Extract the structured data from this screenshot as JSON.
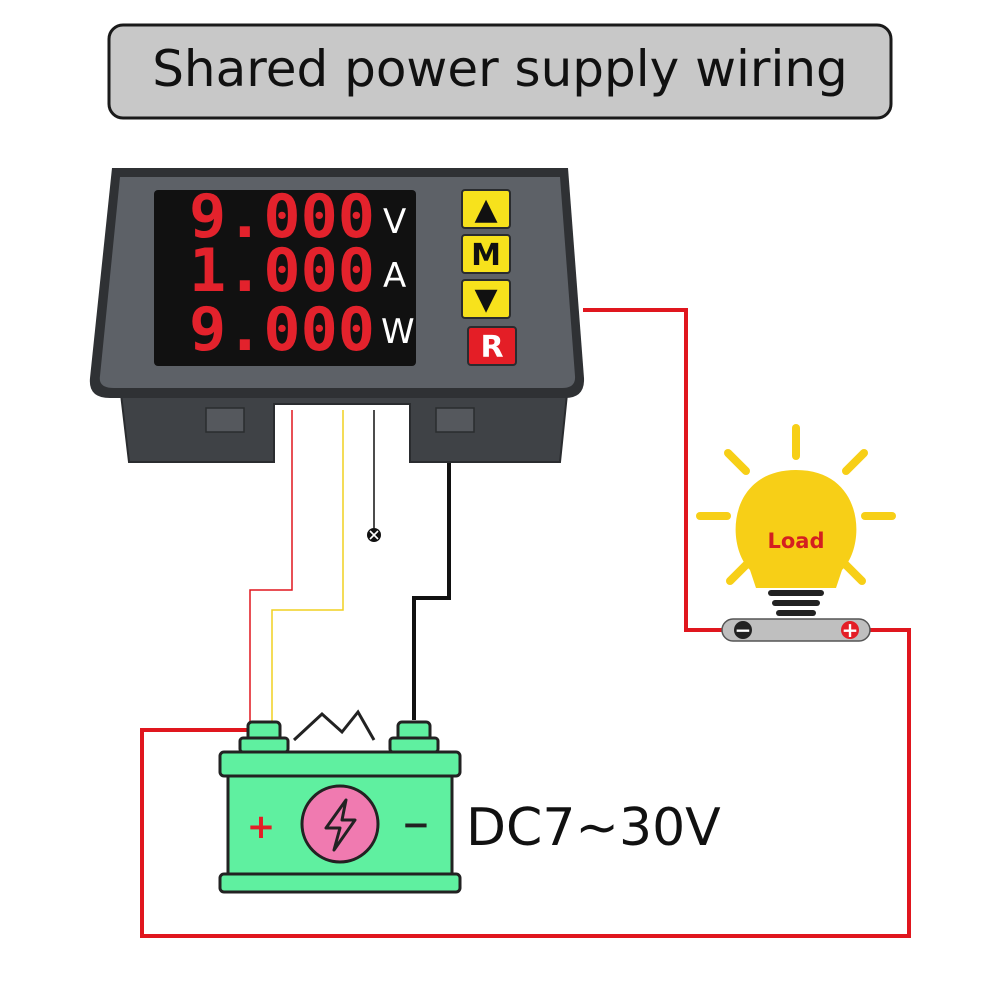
{
  "title": "Shared power supply wiring",
  "meter": {
    "readings": [
      {
        "value": "9.000",
        "unit": "V"
      },
      {
        "value": "1.000",
        "unit": "A"
      },
      {
        "value": "9.000",
        "unit": "W"
      }
    ],
    "buttons": {
      "up": "▲",
      "mode": "M",
      "down": "▼",
      "reset": "R"
    }
  },
  "load": {
    "label": "Load",
    "terminal_negative": "−",
    "terminal_positive": "+"
  },
  "battery": {
    "positive": "+",
    "negative": "−",
    "voltage_label": "DC7~30V"
  },
  "colors": {
    "positive_wire": "#e0161e",
    "negative_wire": "#111111",
    "sense_wire": "#f0d020",
    "button_yellow": "#f7e21c",
    "button_red": "#e41e26",
    "battery_green": "#5ff0a0",
    "bulb_yellow": "#f7cf17"
  }
}
